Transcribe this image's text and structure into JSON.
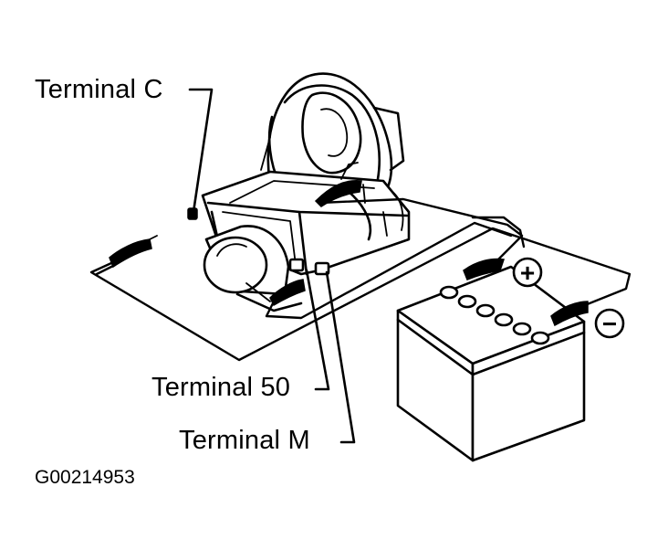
{
  "labels": {
    "terminal_c": "Terminal C",
    "terminal_50": "Terminal 50",
    "terminal_m": "Terminal M"
  },
  "battery": {
    "positive_symbol": "+",
    "negative_symbol": "−"
  },
  "figure_id": "G00214953"
}
